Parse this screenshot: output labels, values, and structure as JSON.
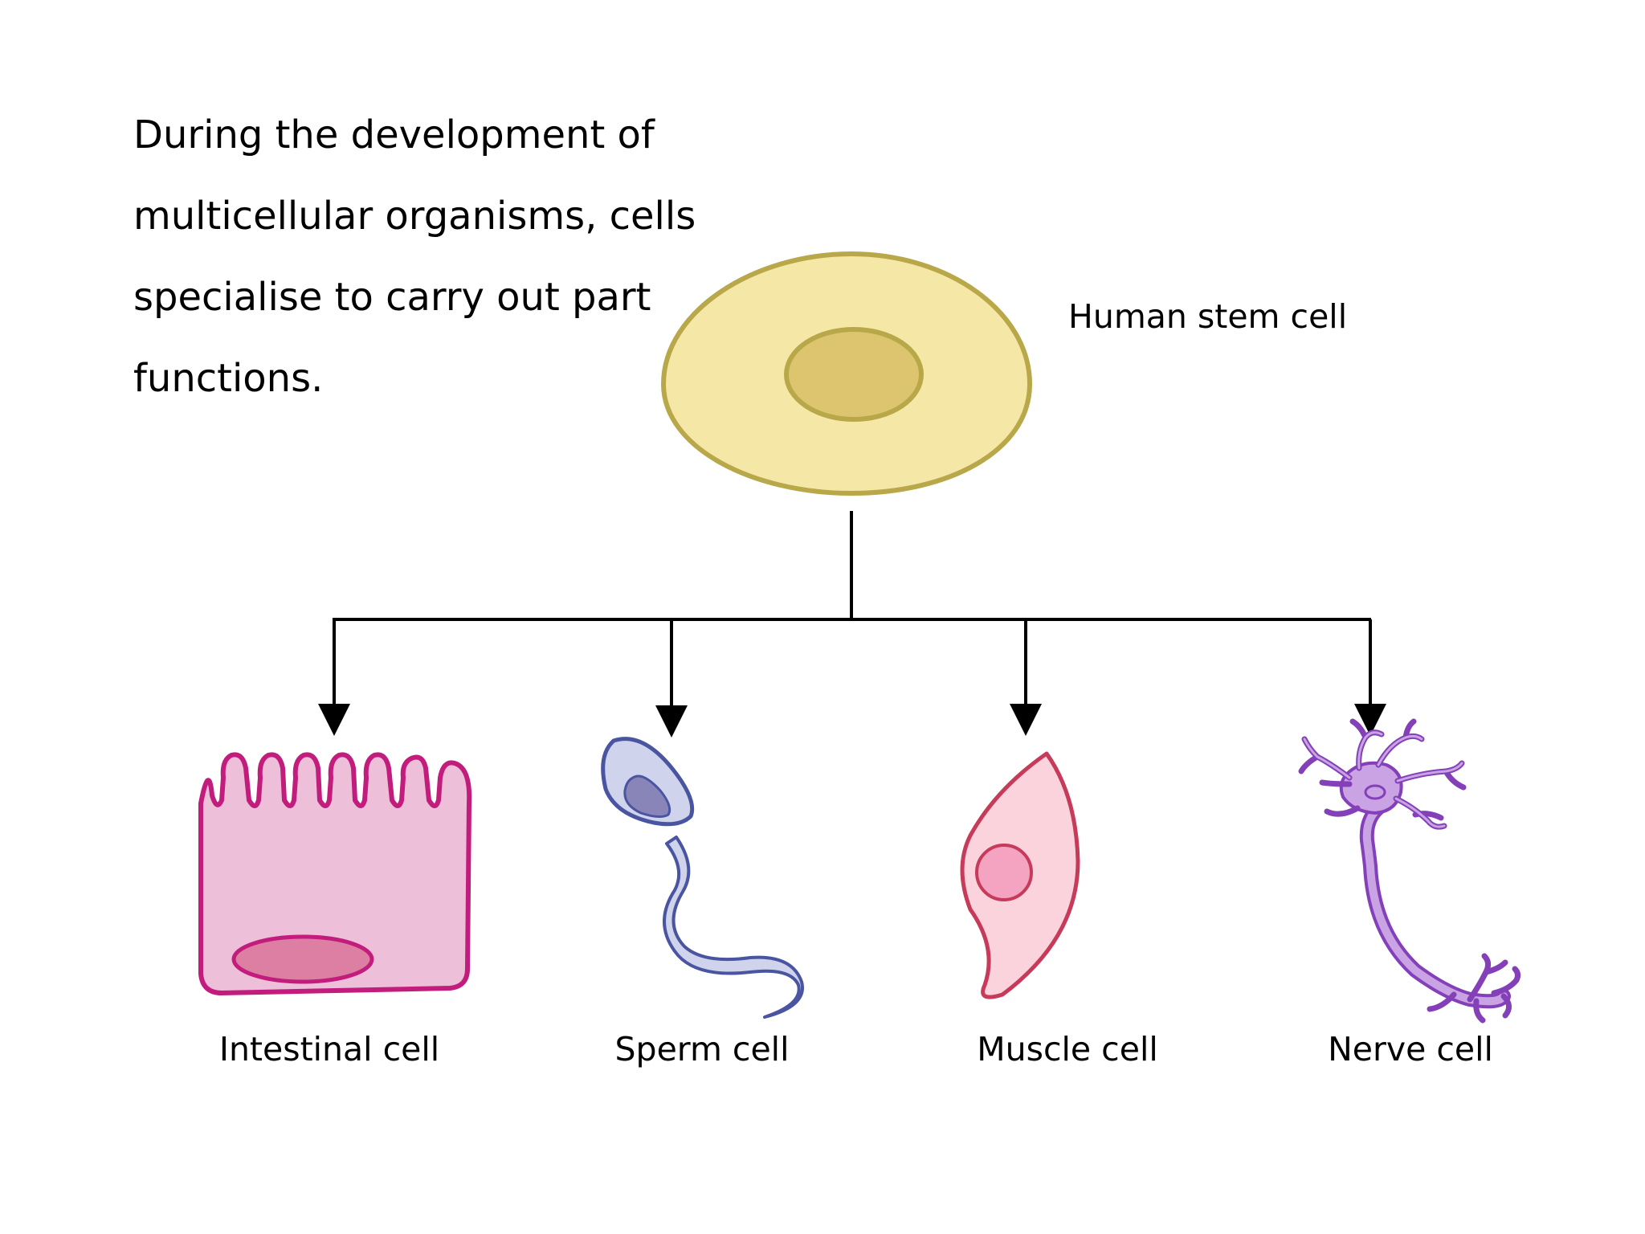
{
  "intro_text": [
    "During the development of",
    "multicellular organisms, cells",
    "specialise to carry out part",
    "functions."
  ],
  "root": {
    "label": "Human stem cell"
  },
  "cells": [
    {
      "id": "intestinal",
      "label": "Intestinal cell"
    },
    {
      "id": "sperm",
      "label": "Sperm cell"
    },
    {
      "id": "muscle",
      "label": "Muscle cell"
    },
    {
      "id": "nerve",
      "label": "Nerve cell"
    }
  ],
  "colors": {
    "stem_fill": "#f5e7a6",
    "stem_stroke": "#b9a84a",
    "stem_nucleus": "#dcc56e",
    "intestinal_fill": "#edbfd9",
    "intestinal_stroke": "#c21c7d",
    "intestinal_nucleus": "#dc7fa2",
    "sperm_fill": "#cfd3ec",
    "sperm_stroke": "#4a55a2",
    "sperm_nucleus": "#8a85b8",
    "muscle_fill": "#fbd3dc",
    "muscle_stroke": "#c63a5a",
    "muscle_nucleus": "#f4a3c1",
    "nerve_fill": "#c9a3e3",
    "nerve_stroke": "#8440b8",
    "arrow": "#000000"
  }
}
